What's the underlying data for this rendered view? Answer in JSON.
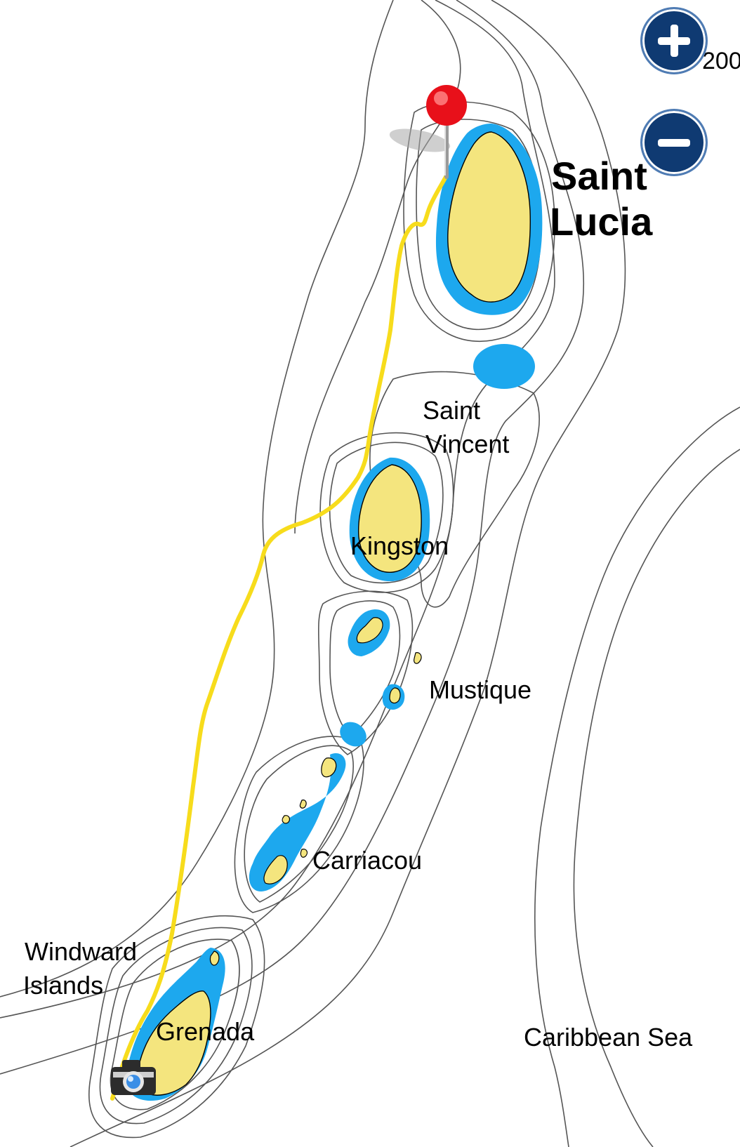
{
  "map": {
    "labels": {
      "saint_lucia_line1": "Saint",
      "saint_lucia_line2": "Lucia",
      "saint_vincent_line1": "Saint",
      "saint_vincent_line2": "Vincent",
      "kingston": "Kingston",
      "mustique": "Mustique",
      "carriacou": "Carriacou",
      "windward_line1": "Windward",
      "windward_line2": "Islands",
      "grenada": "Grenada",
      "caribbean_sea": "Caribbean Sea"
    },
    "scale_text": "200",
    "controls": {
      "zoom_in_icon": "plus-icon",
      "zoom_out_icon": "minus-icon"
    },
    "markers": {
      "destination": "red-pin-icon",
      "origin": "camera-icon"
    },
    "colors": {
      "land": "#f4e57e",
      "shallow_water": "#1da8ee",
      "route": "#f7dc1c",
      "contour": "#555555",
      "control_fill": "#0f3a72",
      "pin": "#e8101a"
    }
  }
}
